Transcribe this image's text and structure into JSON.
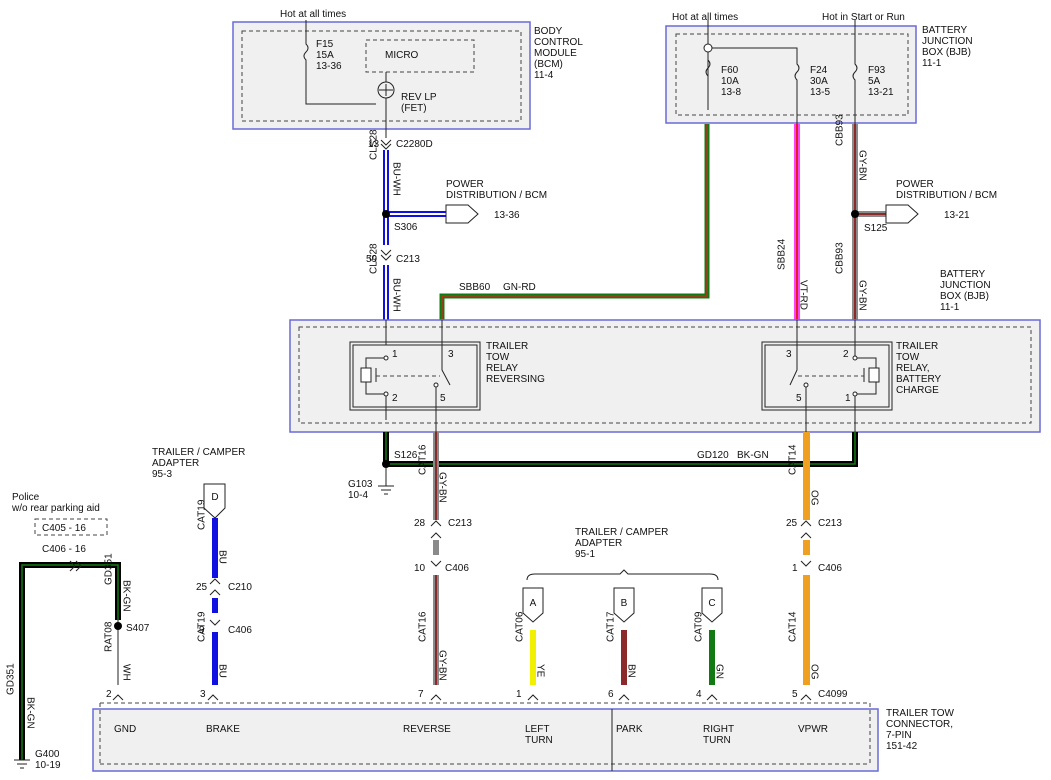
{
  "colors": {
    "bu": "#1010e0",
    "gn": "#127a12",
    "rd": "#e02020",
    "vt": "#ff40ff",
    "gy": "#8a8a8a",
    "bn": "#8a2a2a",
    "og": "#f0a020",
    "ye": "#f0f000",
    "bk": "#000000",
    "wh": "#ffffff",
    "box_border": "#6a6ad8",
    "box_fill": "#f0f0f0"
  },
  "bcm": {
    "hot_label": "Hot at all times",
    "fuse": [
      "F15",
      "15A",
      "13-36"
    ],
    "micro": "MICRO",
    "rev_lp": [
      "REV LP",
      "(FET)"
    ],
    "title": [
      "BODY",
      "CONTROL",
      "MODULE",
      "(BCM)",
      "11-4"
    ]
  },
  "bjb_top": {
    "hot_all": "Hot at all times",
    "hot_start": "Hot in Start or Run",
    "f60": [
      "F60",
      "10A",
      "13-8"
    ],
    "f24": [
      "F24",
      "30A",
      "13-5"
    ],
    "f93": [
      "F93",
      "5A",
      "13-21"
    ],
    "title": [
      "BATTERY",
      "JUNCTION",
      "BOX (BJB)",
      "11-1"
    ]
  },
  "left_circuit": {
    "pin13": "13",
    "c2280d": "C2280D",
    "cls28_a": "CLS28",
    "buwh_a": "BU-WH",
    "power_dist": [
      "POWER",
      "DISTRIBUTION / BCM"
    ],
    "pd_ref": "13-36",
    "s306": "S306",
    "pin59": "59",
    "c213_top": "C213",
    "cls28_b": "CLS28",
    "buwh_b": "BU-WH",
    "sbb60": "SBB60",
    "gnrd": "GN-RD"
  },
  "right_circuit": {
    "cbb93_a": "CBB93",
    "gybn_a": "GY-BN",
    "power_dist": [
      "POWER",
      "DISTRIBUTION / BCM"
    ],
    "pd_ref": "13-21",
    "s125": "S125",
    "sbb24": "SBB24",
    "vtrd": "VT-RD",
    "cbb93_b": "CBB93",
    "gybn_b": "GY-BN",
    "bjb_title": [
      "BATTERY",
      "JUNCTION",
      "BOX (BJB)",
      "11-1"
    ]
  },
  "relay_box": {
    "rev_title": [
      "TRAILER",
      "TOW",
      "RELAY",
      "REVERSING"
    ],
    "chg_title": [
      "TRAILER",
      "TOW",
      "RELAY,",
      "BATTERY",
      "CHARGE"
    ],
    "rev_pins": [
      "1",
      "2",
      "3",
      "5"
    ],
    "chg_pins": [
      "3",
      "5",
      "2",
      "1"
    ]
  },
  "ground": {
    "s126": "S126",
    "gd120": "GD120",
    "bkgn": "BK-GN",
    "g103": [
      "G103",
      "10-4"
    ]
  },
  "lower": {
    "adapter953": [
      "TRAILER / CAMPER",
      "ADAPTER",
      "95-3"
    ],
    "adapter951": [
      "TRAILER / CAMPER",
      "ADAPTER",
      "95-1"
    ],
    "police": [
      "Police",
      "w/o rear parking aid"
    ],
    "c405": "C405 - 16",
    "c406_16": "C406 - 16",
    "gd351_l": "GD351",
    "bkgn_l": "BK-GN",
    "gd351_v": "GD351",
    "bkgn_v": "BK-GN",
    "s407": "S407",
    "rat08": "RAT08",
    "wh": "WH",
    "g400": [
      "G400",
      "10-19"
    ],
    "d": "D",
    "cat19_a": "CAT19",
    "bu_a": "BU",
    "p25": "25",
    "c210": "C210",
    "p9": "9",
    "c406_b": "C406",
    "cat19_b": "CAT19",
    "bu_b": "BU",
    "cat16_a": "CAT16",
    "gybn_a": "GY-BN",
    "p28": "28",
    "c213_r": "C213",
    "p10": "10",
    "c406_r": "C406",
    "cat16_b": "CAT16",
    "gybn_b": "GY-BN",
    "a": "A",
    "cat06": "CAT06",
    "ye": "YE",
    "b": "B",
    "cat17": "CAT17",
    "bn": "BN",
    "c": "C",
    "cat09": "CAT09",
    "gn": "GN",
    "cat14_a": "CAT14",
    "og_a": "OG",
    "p25b": "25",
    "c213_o": "C213",
    "p1": "1",
    "c406_o": "C406",
    "cat14_b": "CAT14",
    "og_b": "OG",
    "c4099": "C4099"
  },
  "connector": {
    "pins": [
      "2",
      "3",
      "7",
      "1",
      "6",
      "4",
      "5"
    ],
    "labels": [
      "GND",
      "BRAKE",
      "REVERSE",
      "LEFT",
      "TURN",
      "PARK",
      "RIGHT",
      "TURN",
      "VPWR"
    ],
    "title": [
      "TRAILER TOW",
      "CONNECTOR,",
      "7-PIN",
      "151-42"
    ]
  }
}
